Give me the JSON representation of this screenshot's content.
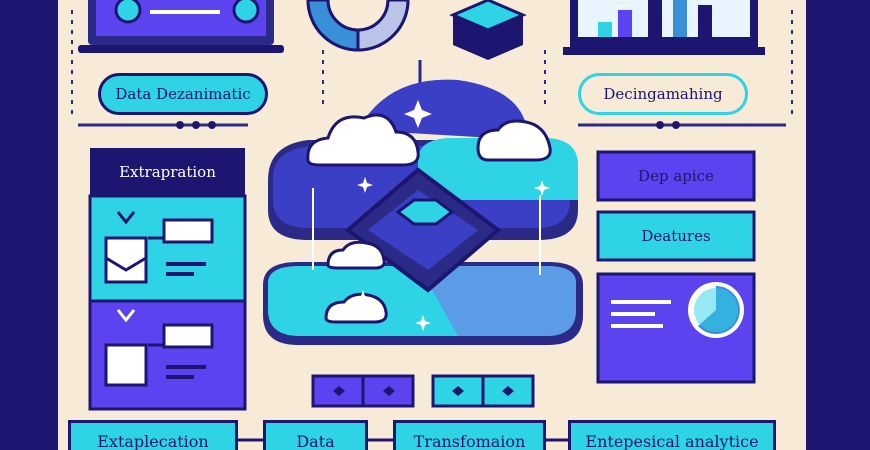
{
  "labels": {
    "data_dynamic": "Data Dezanimatic",
    "decision_making": "Decingamahing",
    "extrapolation": "Extrapration",
    "dep_apice": "Dep apice",
    "features": "Deatures"
  },
  "bottom": {
    "extrapolation": "Extaplecation",
    "data": "Data",
    "transformation": "Transfomaion",
    "analytics": "Entepesical analytice"
  },
  "colors": {
    "background": "#f7ead6",
    "frame": "#1d1670",
    "cyan": "#2ed3e6",
    "violet": "#5b44f0",
    "navy": "#2b2a86"
  }
}
